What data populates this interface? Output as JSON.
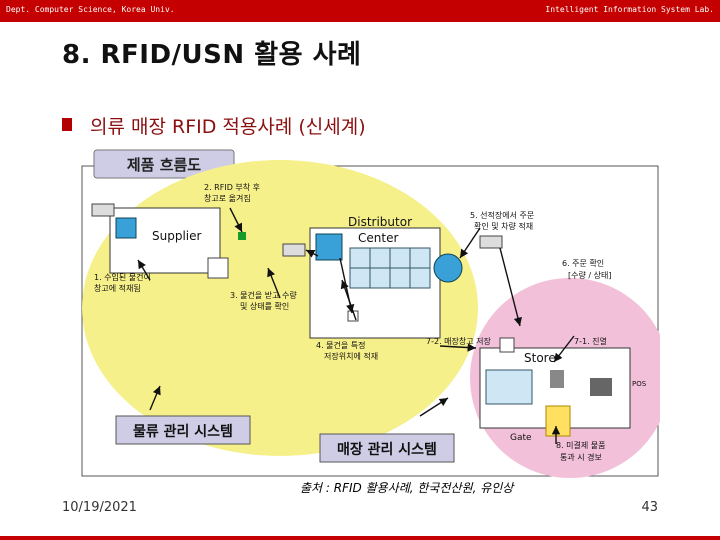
{
  "header": {
    "left_text": "Dept. Computer Science, Korea Univ.",
    "right_text": "Intelligent Information System Lab."
  },
  "slide": {
    "title": "8. RFID/USN 활용 사례",
    "bullet": "의류 매장 RFID 적용사례 (신세계)",
    "source": "출처 : RFID 활용사례, 한국전산원, 유인상",
    "date": "10/19/2021",
    "page": "43"
  },
  "figure": {
    "box_title": "제품 흐름도",
    "supplier": "Supplier",
    "distributor_line1": "Distributor",
    "distributor_line2": "Center",
    "store": "Store",
    "gate": "Gate",
    "pos": "POS",
    "step1_line1": "1. 수입된 물건이",
    "step1_line2": "창고에 적재됨",
    "step2_line1": "2. RFID 부착 후",
    "step2_line2": "창고로 옮겨짐",
    "step3_line1": "3. 물건을 받고 수량",
    "step3_line2": "및 상태를 확인",
    "step4_line1": "4. 물건을 특정",
    "step4_line2": "저장위치에 적재",
    "step5_line1": "5. 선적장에서 주문",
    "step5_line2": "확인 및 차량 적재",
    "step6_line1": "6. 주문 확인",
    "step6_line2": "[수량 / 상태]",
    "step71": "7-1. 진열",
    "step72": "7-2. 매장창고 저장",
    "step8_line1": "8. 미결제 물품",
    "step8_line2": "통과 시 경보",
    "logistics_system": "물류 관리 시스템",
    "store_system": "매장 관리 시스템",
    "colors": {
      "yellow": "#f6f08a",
      "pink": "#f2c0d8",
      "label_box": "#cfcde6",
      "topbar": "#c40000"
    }
  }
}
